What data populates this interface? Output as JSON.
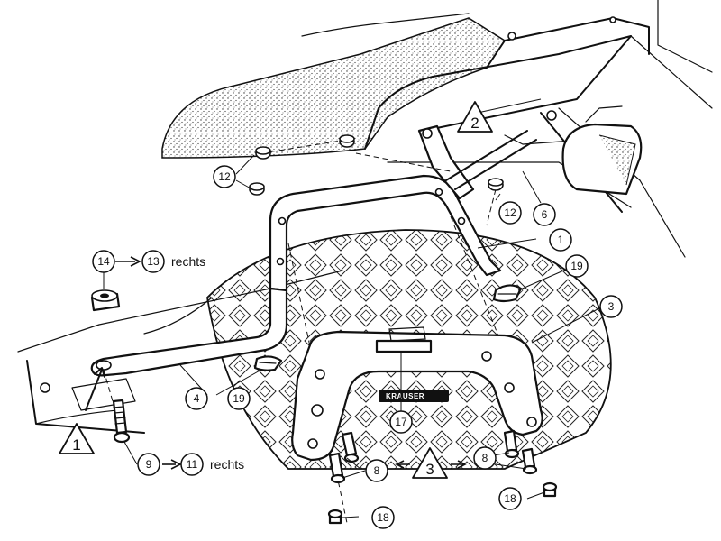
{
  "diagram": {
    "callouts": [
      {
        "id": "1",
        "label": "1"
      },
      {
        "id": "3",
        "label": "3"
      },
      {
        "id": "4",
        "label": "4"
      },
      {
        "id": "6",
        "label": "6"
      },
      {
        "id": "8a",
        "label": "8"
      },
      {
        "id": "8b",
        "label": "8"
      },
      {
        "id": "9",
        "label": "9"
      },
      {
        "id": "11",
        "label": "11"
      },
      {
        "id": "12a",
        "label": "12"
      },
      {
        "id": "12b",
        "label": "12"
      },
      {
        "id": "13",
        "label": "13"
      },
      {
        "id": "14",
        "label": "14"
      },
      {
        "id": "17",
        "label": "17"
      },
      {
        "id": "18a",
        "label": "18"
      },
      {
        "id": "18b",
        "label": "18"
      },
      {
        "id": "19a",
        "label": "19"
      },
      {
        "id": "19b",
        "label": "19"
      }
    ],
    "steps": [
      {
        "id": "step1",
        "label": "1"
      },
      {
        "id": "step2",
        "label": "2"
      },
      {
        "id": "step3",
        "label": "3"
      }
    ],
    "texts": {
      "rechts_top": "rechts",
      "rechts_bottom": "rechts",
      "brand": "KRAUSER"
    },
    "colors": {
      "ink": "#111111",
      "paper": "#ffffff"
    }
  }
}
